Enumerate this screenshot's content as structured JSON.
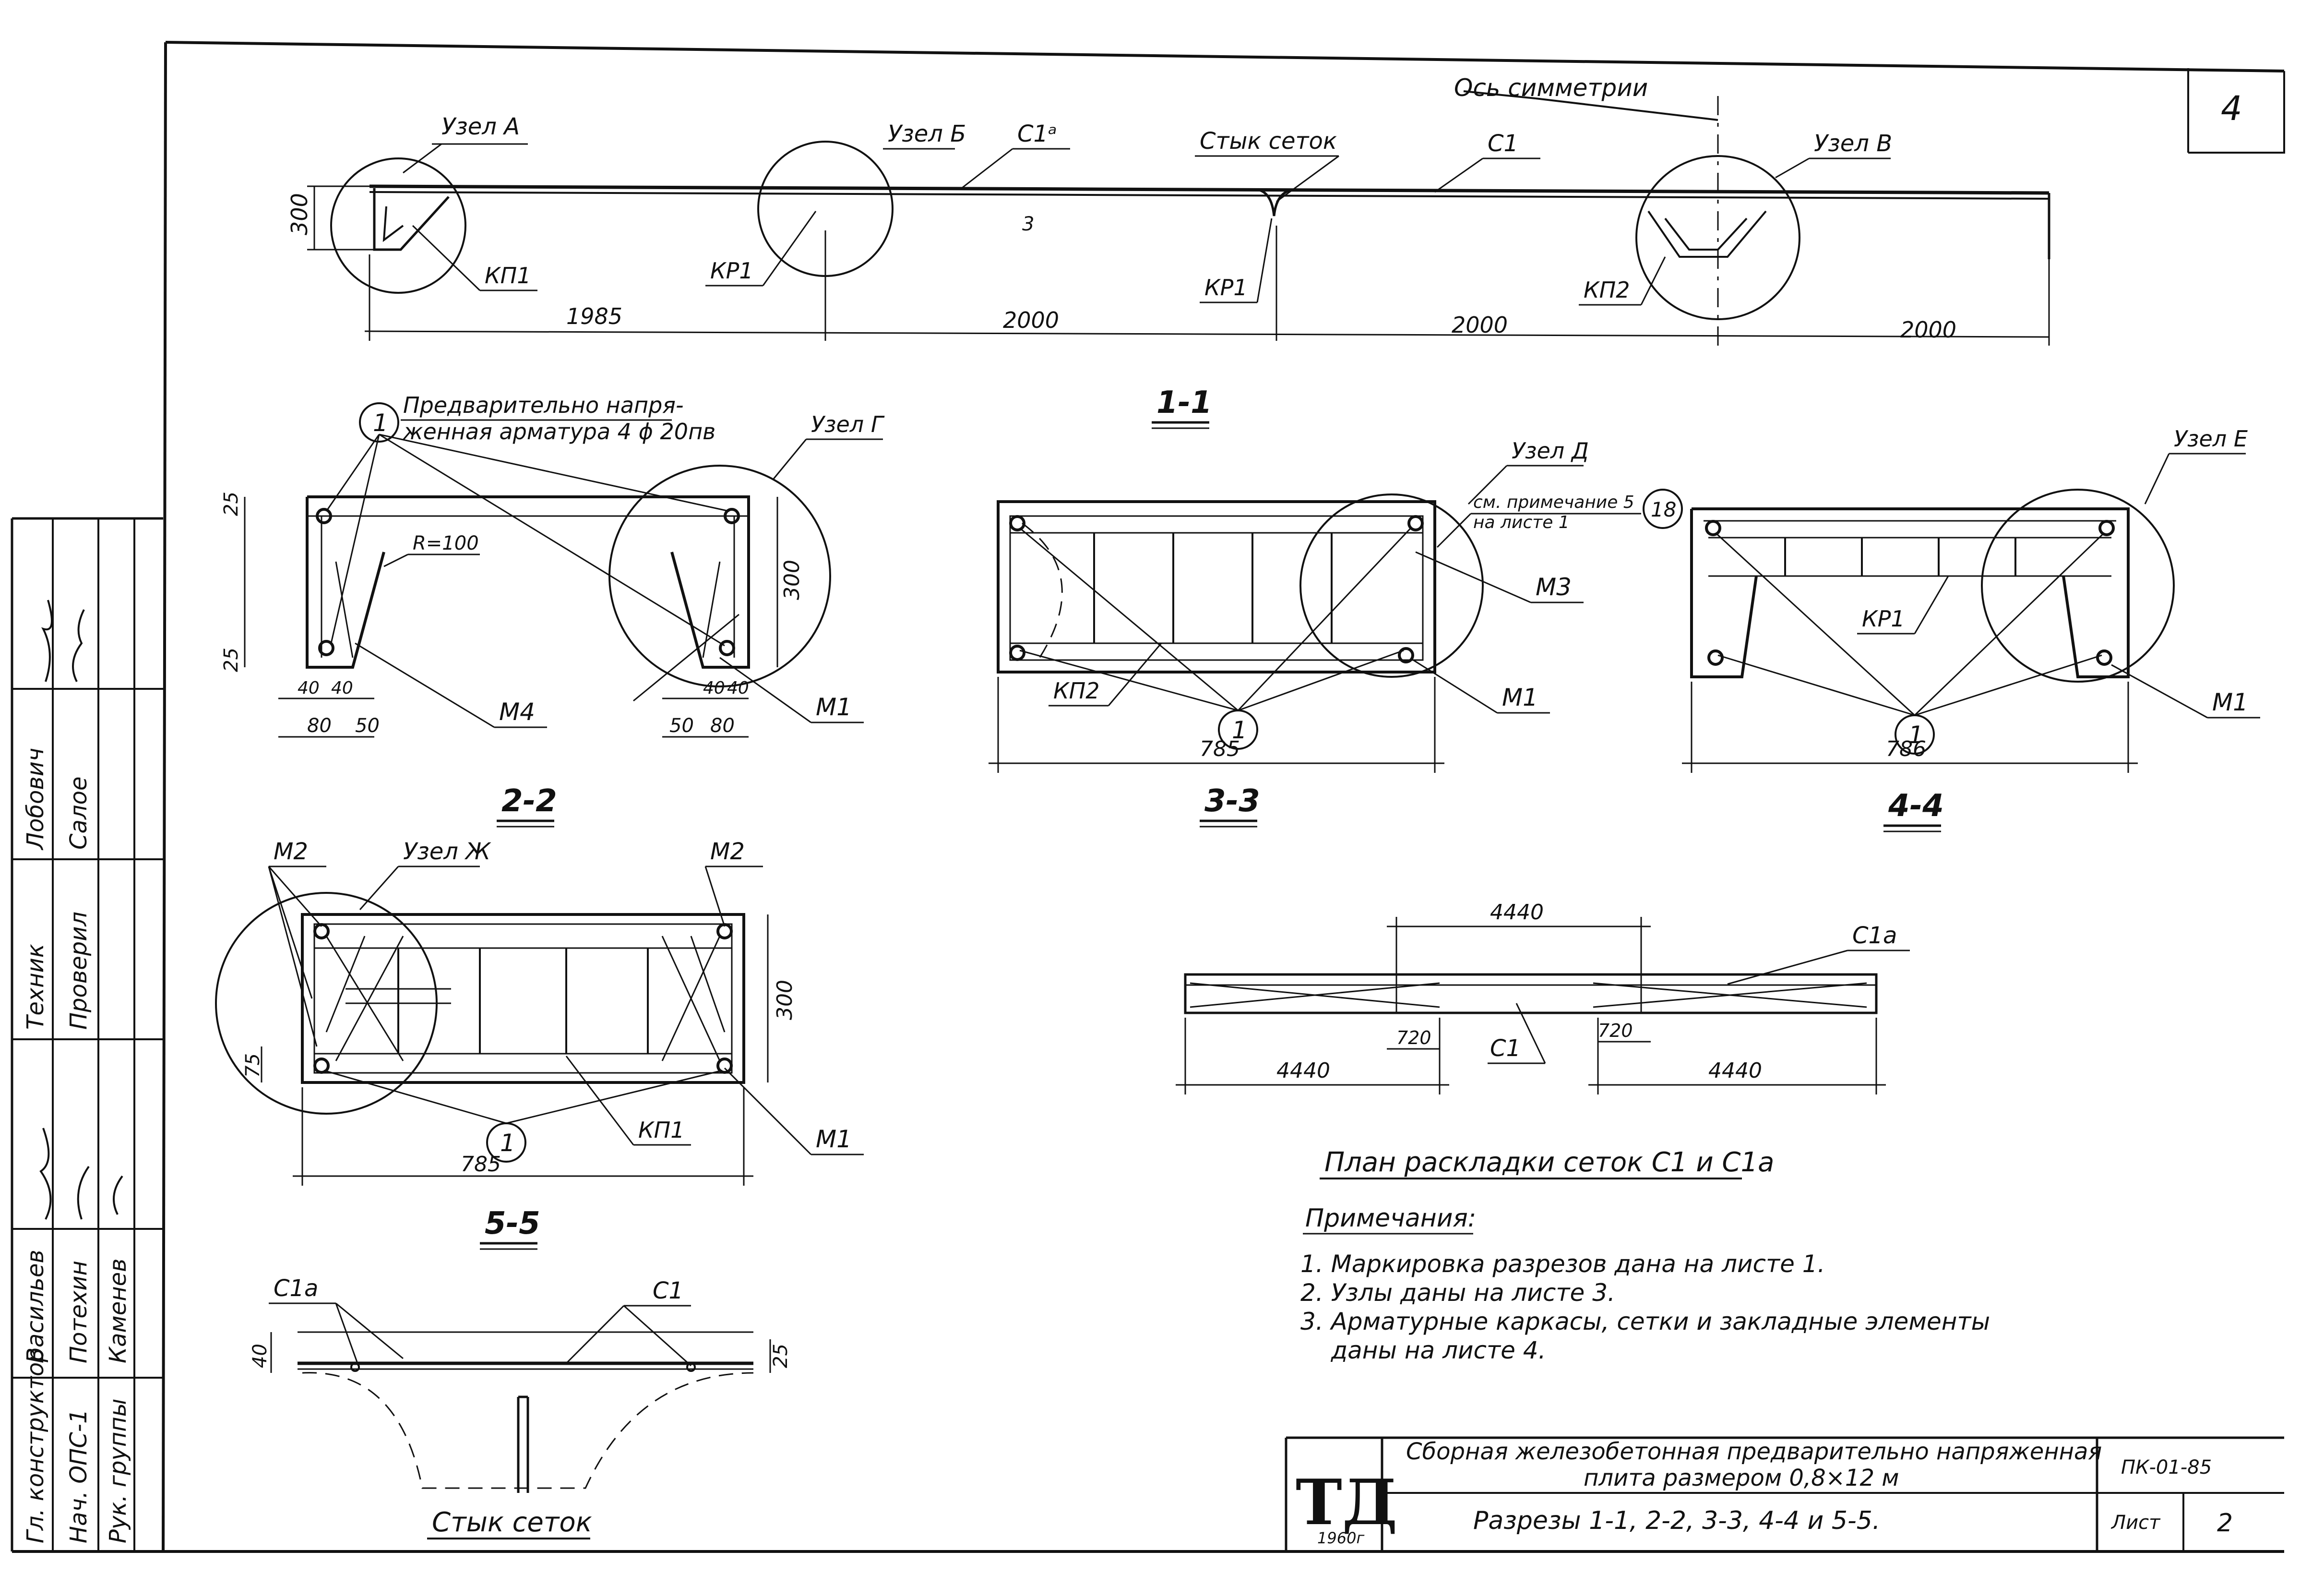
{
  "sheet_corner_number": "4",
  "section_1_1": {
    "title": "1-1",
    "axis_label": "Ось симметрии",
    "nodes": [
      "Узел А",
      "Узел Б",
      "Узел В"
    ],
    "labels": {
      "c1a": "C1ᵃ",
      "mesh_joint": "Стык сеток",
      "c1": "C1",
      "kp1": "КП1",
      "kr1a": "КР1",
      "kr1b": "КР1",
      "kp2": "КП2",
      "mark_3": "3"
    },
    "dims": {
      "height": "300",
      "d1": "1985",
      "d2": "2000",
      "d3": "2000",
      "d4": "2000"
    }
  },
  "section_2_2": {
    "title": "2-2",
    "note_line1": "Предварительно напря-",
    "note_line2": "женная арматура 4 ϕ 20пв",
    "callout": "1",
    "node": "Узел Г",
    "labels": {
      "radius": "R=100",
      "m4": "М4",
      "m1": "М1"
    },
    "dims": {
      "top": "25",
      "bottom": "25",
      "height": "300",
      "a": "40",
      "b": "40",
      "c": "80",
      "d": "50",
      "e": "50",
      "f": "80",
      "g": "40",
      "h": "40"
    }
  },
  "section_3_3": {
    "title": "3-3",
    "node": "Узел Д",
    "note_line1": "см. примечание 5",
    "note_line2": "на листе 1",
    "callout_18": "18",
    "callout": "1",
    "labels": {
      "m3": "М3",
      "kp2": "КП2",
      "m1": "М1"
    },
    "dims": {
      "width": "785"
    }
  },
  "section_4_4": {
    "title": "4-4",
    "node": "Узел Е",
    "callout": "1",
    "labels": {
      "kr1": "КР1",
      "m1": "М1"
    },
    "dims": {
      "width": "786"
    }
  },
  "section_5_5": {
    "title": "5-5",
    "node": "Узел Ж",
    "callout": "1",
    "labels": {
      "m2a": "М2",
      "m2b": "М2",
      "kp1": "КП1",
      "m1": "М1"
    },
    "dims": {
      "height": "300",
      "left": "75",
      "width": "785"
    }
  },
  "mesh_joint": {
    "title": "Стык сеток",
    "labels": {
      "c1a": "C1a",
      "c1": "C1"
    },
    "dims": {
      "d40": "40",
      "d25": "25"
    }
  },
  "mesh_plan": {
    "title": "План раскладки сеток C1 и C1a",
    "labels": {
      "c1a": "C1a",
      "c1": "C1"
    },
    "dims": {
      "top": "4440",
      "left": "4440",
      "right": "4440",
      "j1": "720",
      "j2": "720"
    }
  },
  "notes": {
    "heading": "Примечания:",
    "items": [
      "1. Маркировка разрезов дана на листе 1.",
      "2. Узлы даны на листе 3.",
      "3. Арматурные каркасы, сетки и закладные элементы",
      "    даны на листе 4."
    ]
  },
  "title_block": {
    "logo": "ТД",
    "year": "1960г",
    "title_line1": "Сборная железобетонная предварительно напряженная",
    "title_line2": "плита размером 0,8×12 м",
    "subtitle": "Разрезы 1-1, 2-2, 3-3, 4-4 и 5-5.",
    "code": "ПК-01-85",
    "sheet_label": "Лист",
    "sheet_no": "2"
  },
  "side_stamp": {
    "columns": [
      {
        "role": "Гл. конструктор",
        "name": "Васильев"
      },
      {
        "role": "Нач. ОПС-1",
        "name": "Потехин"
      },
      {
        "role": "Рук. группы",
        "name": "Каменев"
      },
      {
        "role": "Техник",
        "name": "Проверил"
      },
      {
        "role": "Лобович",
        "name": "Салое"
      }
    ]
  }
}
